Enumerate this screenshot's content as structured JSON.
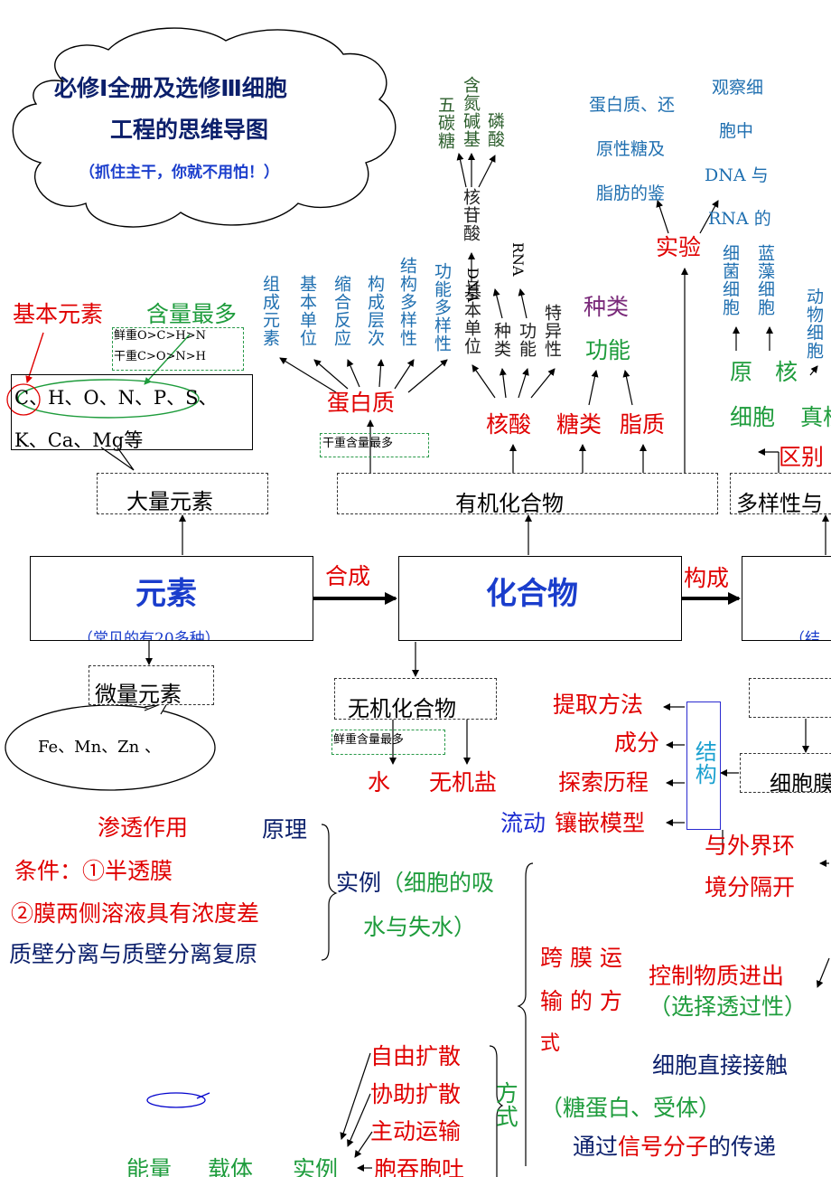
{
  "title": {
    "line1": "必修Ⅰ全册及选修Ⅲ细胞",
    "line2": "工程的思维导图",
    "sub": "（抓住主干，你就不用怕！）"
  },
  "elements": {
    "basic_label": "基本元素",
    "content_label": "含量最多",
    "fresh_order": "鲜重O>C>H>N",
    "dry_order": "干重C>O>N>H",
    "major_line1": "C、H、O、N、P、S、",
    "major_line2": "K、Ca、Mg等",
    "major_box": "大量元素",
    "trace_box": "微量元素",
    "trace_list": "Fe、Mn、Zn 、",
    "main_box": "元素",
    "main_sub": "（常见的有20多种）"
  },
  "compounds": {
    "main_box": "化合物",
    "organic_box": "有机化合物",
    "inorganic_box": "无机化合物",
    "fresh_most": "鲜重含量最多",
    "dry_most": "干重含量最多",
    "water": "水",
    "salt": "无机盐",
    "protein": "蛋白质",
    "nucleic": "核酸",
    "sugar": "糖类",
    "lipid": "脂质",
    "sugar_kind": "种类",
    "sugar_func": "功能",
    "experiment": "实验"
  },
  "protein_items": [
    "组成元素",
    "基本单位",
    "缩合反应",
    "构成层次",
    "结构多样性",
    "功能多样性"
  ],
  "nucleic_items": [
    "基本单位",
    "种类",
    "功能",
    "特异性"
  ],
  "nucleic_types": [
    "DNA",
    "RNA"
  ],
  "nucleotide": "核苷酸",
  "nucleotide_parts": [
    "五碳糖",
    "含氮碱基",
    "磷酸"
  ],
  "experiment_items": {
    "left": [
      "蛋白质、还",
      "原性糖及",
      "脂肪的鉴"
    ],
    "right": [
      "观察细",
      "胞中",
      "DNA 与",
      "RNA 的"
    ]
  },
  "links": {
    "synthesize": "合成",
    "constitute": "构成"
  },
  "cells": {
    "prokaryote": "原　核",
    "eukaryote": "真核",
    "cell_prefix": "细胞",
    "difference": "区别",
    "diversity_box": "多样性与",
    "bacteria": "细菌细胞",
    "cyanobacteria": "蓝藻细胞",
    "animal": "动物细胞",
    "membrane_box": "细胞膜",
    "right_sub": "（结"
  },
  "membrane": {
    "structure": "结构",
    "extraction": "提取方法",
    "components": "成分",
    "history": "探索历程",
    "model_a": "流动",
    "model_b": "镶嵌模型",
    "separate": [
      "与外界环",
      "境分隔开"
    ],
    "control": "控制物质进出",
    "selective": "（选择透过性）",
    "contact": "细胞直接接触",
    "receptors": "（糖蛋白、受体）",
    "signal_a": "通过",
    "signal_b": "信号分子",
    "signal_c": "的传递"
  },
  "osmosis": {
    "title": "渗透作用",
    "principle": "原理",
    "cond1": "条件：①半透膜",
    "cond2": "②膜两侧溶液具有浓度差",
    "plasmolysis": "质壁分离与质壁分离复原",
    "example_a": "实例",
    "example_b": "（细胞的吸",
    "example_c": "水与失水）"
  },
  "transport": {
    "title": [
      "跨 膜 运",
      "输 的 方",
      "式"
    ],
    "simple": "自由扩散",
    "facilitated": "协助扩散",
    "active": "主动运输",
    "endo": "胞吞胞吐",
    "ways": "方式",
    "bottom": [
      "能量",
      "载体",
      "实例"
    ]
  }
}
